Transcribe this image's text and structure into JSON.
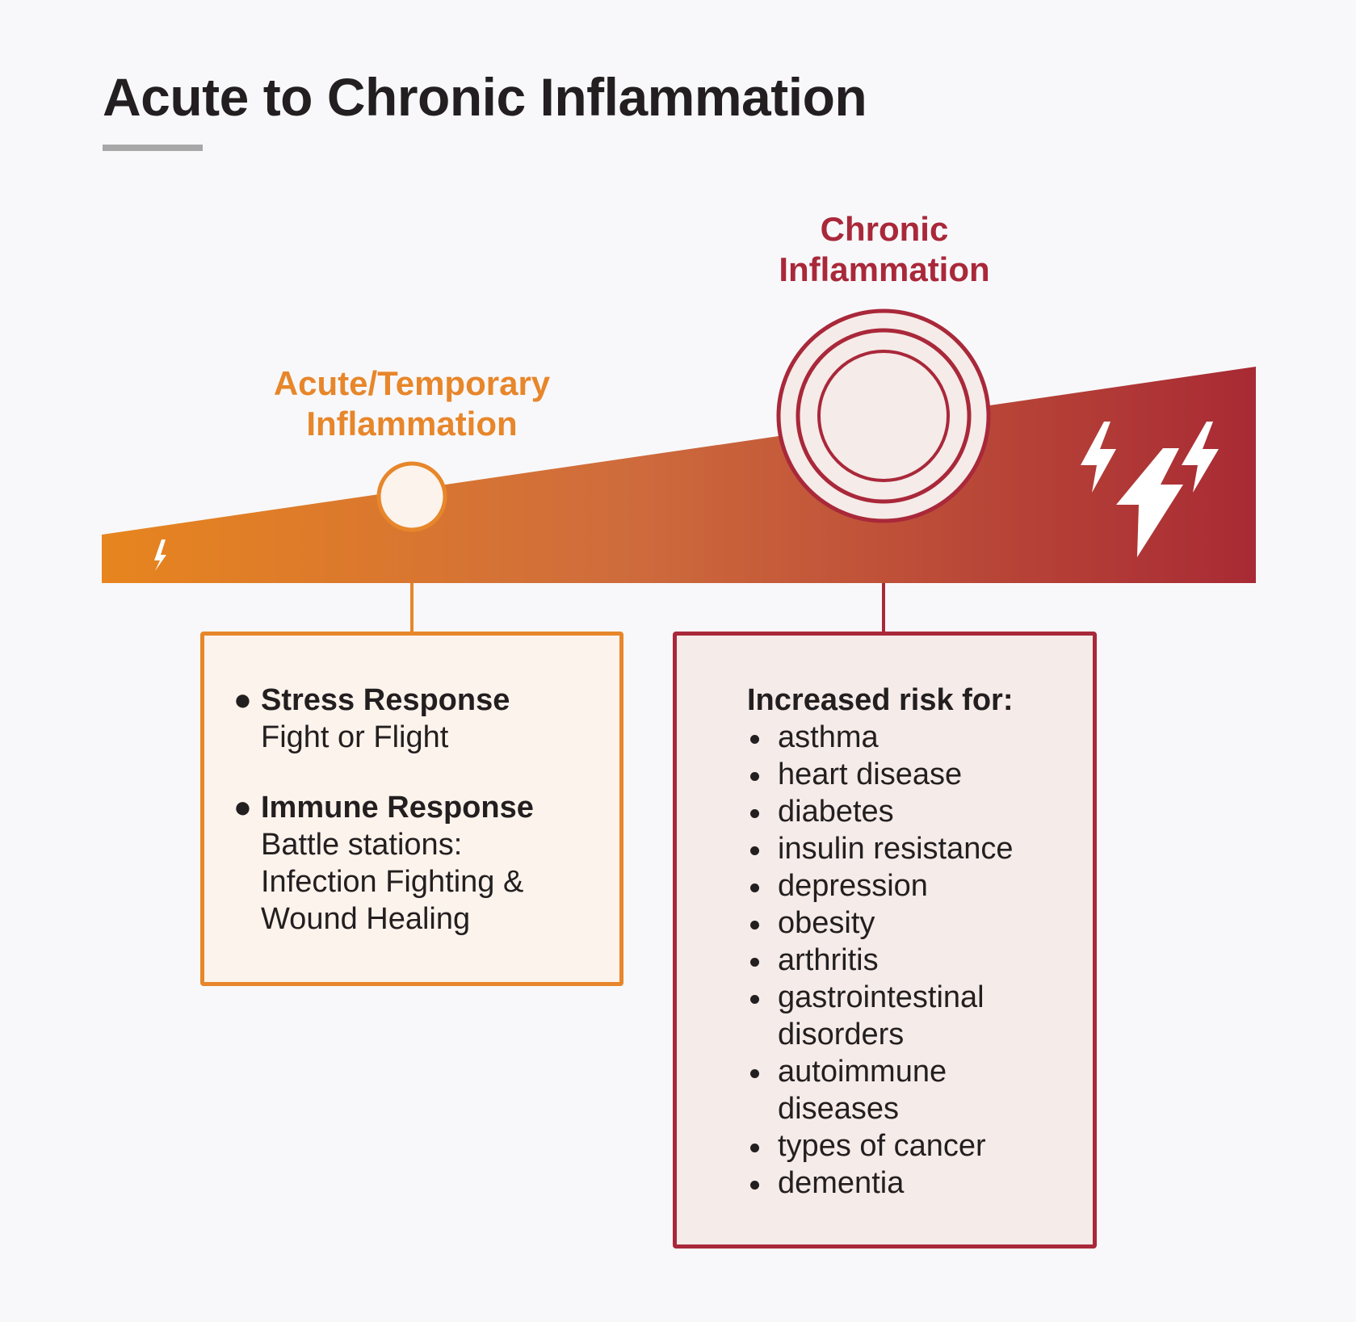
{
  "title": "Acute to Chronic Inflammation",
  "colors": {
    "acute": "#e7862a",
    "chronic": "#a9283a",
    "text": "#231f20",
    "rule": "#a7a7a7"
  },
  "acute": {
    "label_line1": "Acute/Temporary",
    "label_line2": "Inflammation",
    "items": [
      {
        "heading": "Stress Response",
        "lines": [
          "Fight or Flight"
        ]
      },
      {
        "heading": "Immune Response",
        "lines": [
          "Battle stations:",
          "Infection Fighting &",
          "Wound Healing"
        ]
      }
    ]
  },
  "chronic": {
    "label_line1": "Chronic",
    "label_line2": "Inflammation",
    "risk_heading": "Increased risk for:",
    "risks": [
      "asthma",
      "heart disease",
      "diabetes",
      "insulin resistance",
      "depression",
      "obesity",
      "arthritis",
      "gastrointestinal disorders",
      "autoimmune diseases",
      "types of cancer",
      "dementia"
    ]
  },
  "icons": {
    "small_bolt": "lightning-bolt-icon",
    "large_bolts": "lightning-bolts-icon"
  }
}
